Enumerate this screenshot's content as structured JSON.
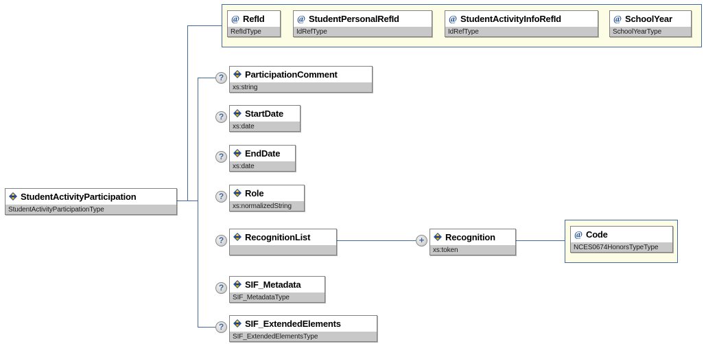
{
  "diagram": {
    "title": "StudentActivityParticipation",
    "accent_line_color": "#41689c",
    "attribute_group_bg": "#fdfce5",
    "type_row_bg": "#c8c8c8"
  },
  "root": {
    "name": "StudentActivityParticipation",
    "type": "StudentActivityParticipationType",
    "icon": "element-icon"
  },
  "attributes": [
    {
      "name": "RefId",
      "type": "RefIdType",
      "icon": "attribute-icon"
    },
    {
      "name": "StudentPersonalRefId",
      "type": "IdRefType",
      "icon": "attribute-icon"
    },
    {
      "name": "StudentActivityInfoRefId",
      "type": "IdRefType",
      "icon": "attribute-icon"
    },
    {
      "name": "SchoolYear",
      "type": "SchoolYearType",
      "icon": "attribute-icon"
    }
  ],
  "children": [
    {
      "name": "ParticipationComment",
      "type": "xs:string",
      "marker": "?",
      "icon": "element-icon"
    },
    {
      "name": "StartDate",
      "type": "xs:date",
      "marker": "?",
      "icon": "element-icon"
    },
    {
      "name": "EndDate",
      "type": "xs:date",
      "marker": "?",
      "icon": "element-icon"
    },
    {
      "name": "Role",
      "type": "xs:normalizedString",
      "marker": "?",
      "icon": "element-icon"
    },
    {
      "name": "RecognitionList",
      "type": "",
      "marker": "?",
      "icon": "element-icon"
    },
    {
      "name": "SIF_Metadata",
      "type": "SIF_MetadataType",
      "marker": "?",
      "icon": "element-icon"
    },
    {
      "name": "SIF_ExtendedElements",
      "type": "SIF_ExtendedElementsType",
      "marker": "?",
      "icon": "element-icon"
    }
  ],
  "recognition": {
    "name": "Recognition",
    "type": "xs:token",
    "marker": "+",
    "icon": "element-icon"
  },
  "code_attribute": {
    "name": "Code",
    "type": "NCES0674HonorsTypeType",
    "icon": "attribute-icon"
  }
}
